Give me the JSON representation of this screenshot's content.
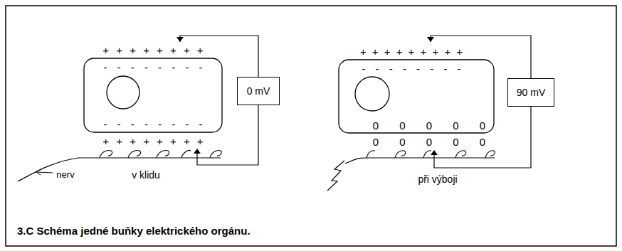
{
  "diagram": {
    "caption": "3.C Schéma jedné buňky elektrického orgánu.",
    "nodes": [
      {
        "text": [
          "0 mV"
        ]
      },
      {
        "text": [
          "90 mV"
        ]
      }
    ],
    "labels": [
      "+ + + + + + + +",
      "- - - - - - - -",
      "- - - - - - - -",
      "+ + + + + + + +",
      "nerv",
      "v klidu",
      "+ + + + + + + + +",
      "- - - - - - - -",
      "0 0 0 0 0",
      "0 0 0 0 0",
      "při výboji"
    ]
  }
}
